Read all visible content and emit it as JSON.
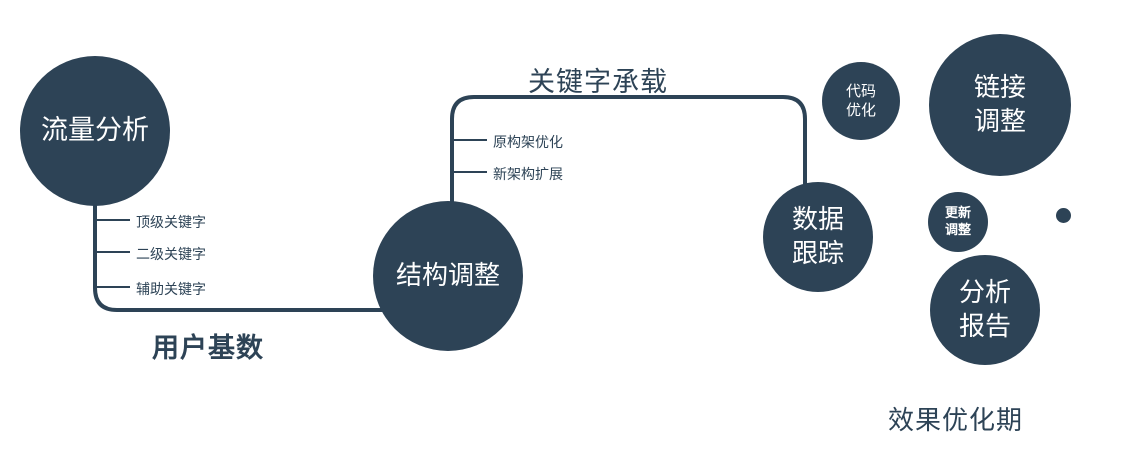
{
  "colors": {
    "primary": "#2d4356"
  },
  "nodes": {
    "traffic": {
      "label": "流量分析"
    },
    "structure": {
      "label": "结构调整"
    },
    "tracking": {
      "label": "数据\n跟踪"
    },
    "code": {
      "label": "代码\n优化"
    },
    "link": {
      "label": "链接\n调整"
    },
    "update": {
      "label": "更新\n调整"
    },
    "report": {
      "label": "分析\n报告"
    }
  },
  "edges": {
    "user_base": "用户基数",
    "keyword_carry": "关键字承载"
  },
  "branches": {
    "traffic": [
      "顶级关键字",
      "二级关键字",
      "辅助关键字"
    ],
    "structure": [
      "原构架优化",
      "新架构扩展"
    ]
  },
  "footer": "效果优化期"
}
